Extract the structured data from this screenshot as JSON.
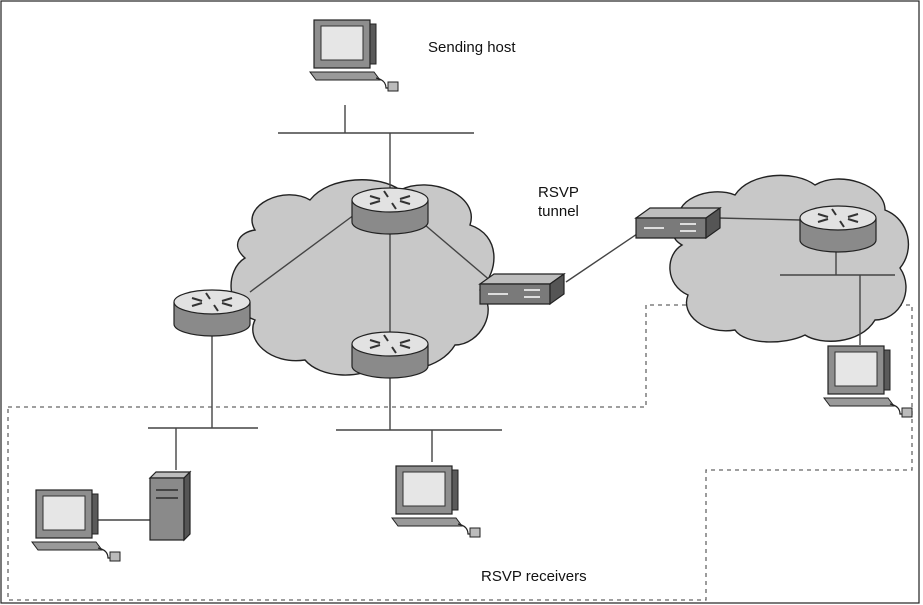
{
  "labels": {
    "sending_host": "Sending host",
    "tunnel_line1": "RSVP",
    "tunnel_line2": "tunnel",
    "receivers": "RSVP receivers"
  },
  "colors": {
    "cloud_fill": "#c8c8c8",
    "cloud_stroke": "#222222",
    "router_top": "#e2e2e2",
    "router_side": "#8a8a8a",
    "line": "#444444",
    "dashed": "#666666",
    "screen": "#e6e6e6",
    "device_dark": "#555555"
  },
  "icons": [
    "computer-icon",
    "router-icon",
    "tunnel-device-icon",
    "server-icon",
    "cloud-icon"
  ]
}
